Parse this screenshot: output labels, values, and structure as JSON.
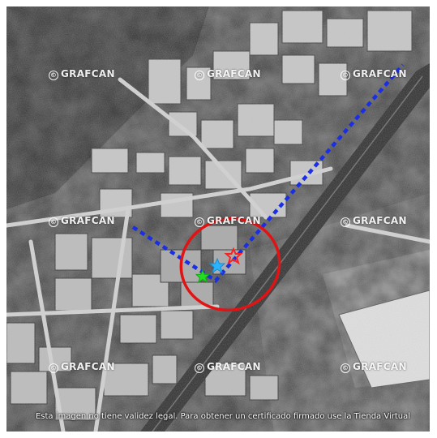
{
  "map": {
    "watermark_text": "GRAFCAN",
    "watermark_symbol": "©",
    "disclaimer": "Esta imagen no tiene validez legal. Para obtener un certificado firmado use la Tienda Virtual",
    "colors": {
      "boundary_line": "#1a2ee6",
      "highlight_circle": "#e01414",
      "marker_red": "#ff2020",
      "marker_blue": "#2ab4ff",
      "marker_green": "#22dd22"
    },
    "markers": [
      {
        "name": "red-star-marker",
        "icon": "star",
        "color": "#ff2020"
      },
      {
        "name": "blue-star-marker",
        "icon": "star",
        "color": "#2ab4ff"
      },
      {
        "name": "green-star-marker",
        "icon": "star",
        "color": "#22dd22"
      }
    ]
  }
}
